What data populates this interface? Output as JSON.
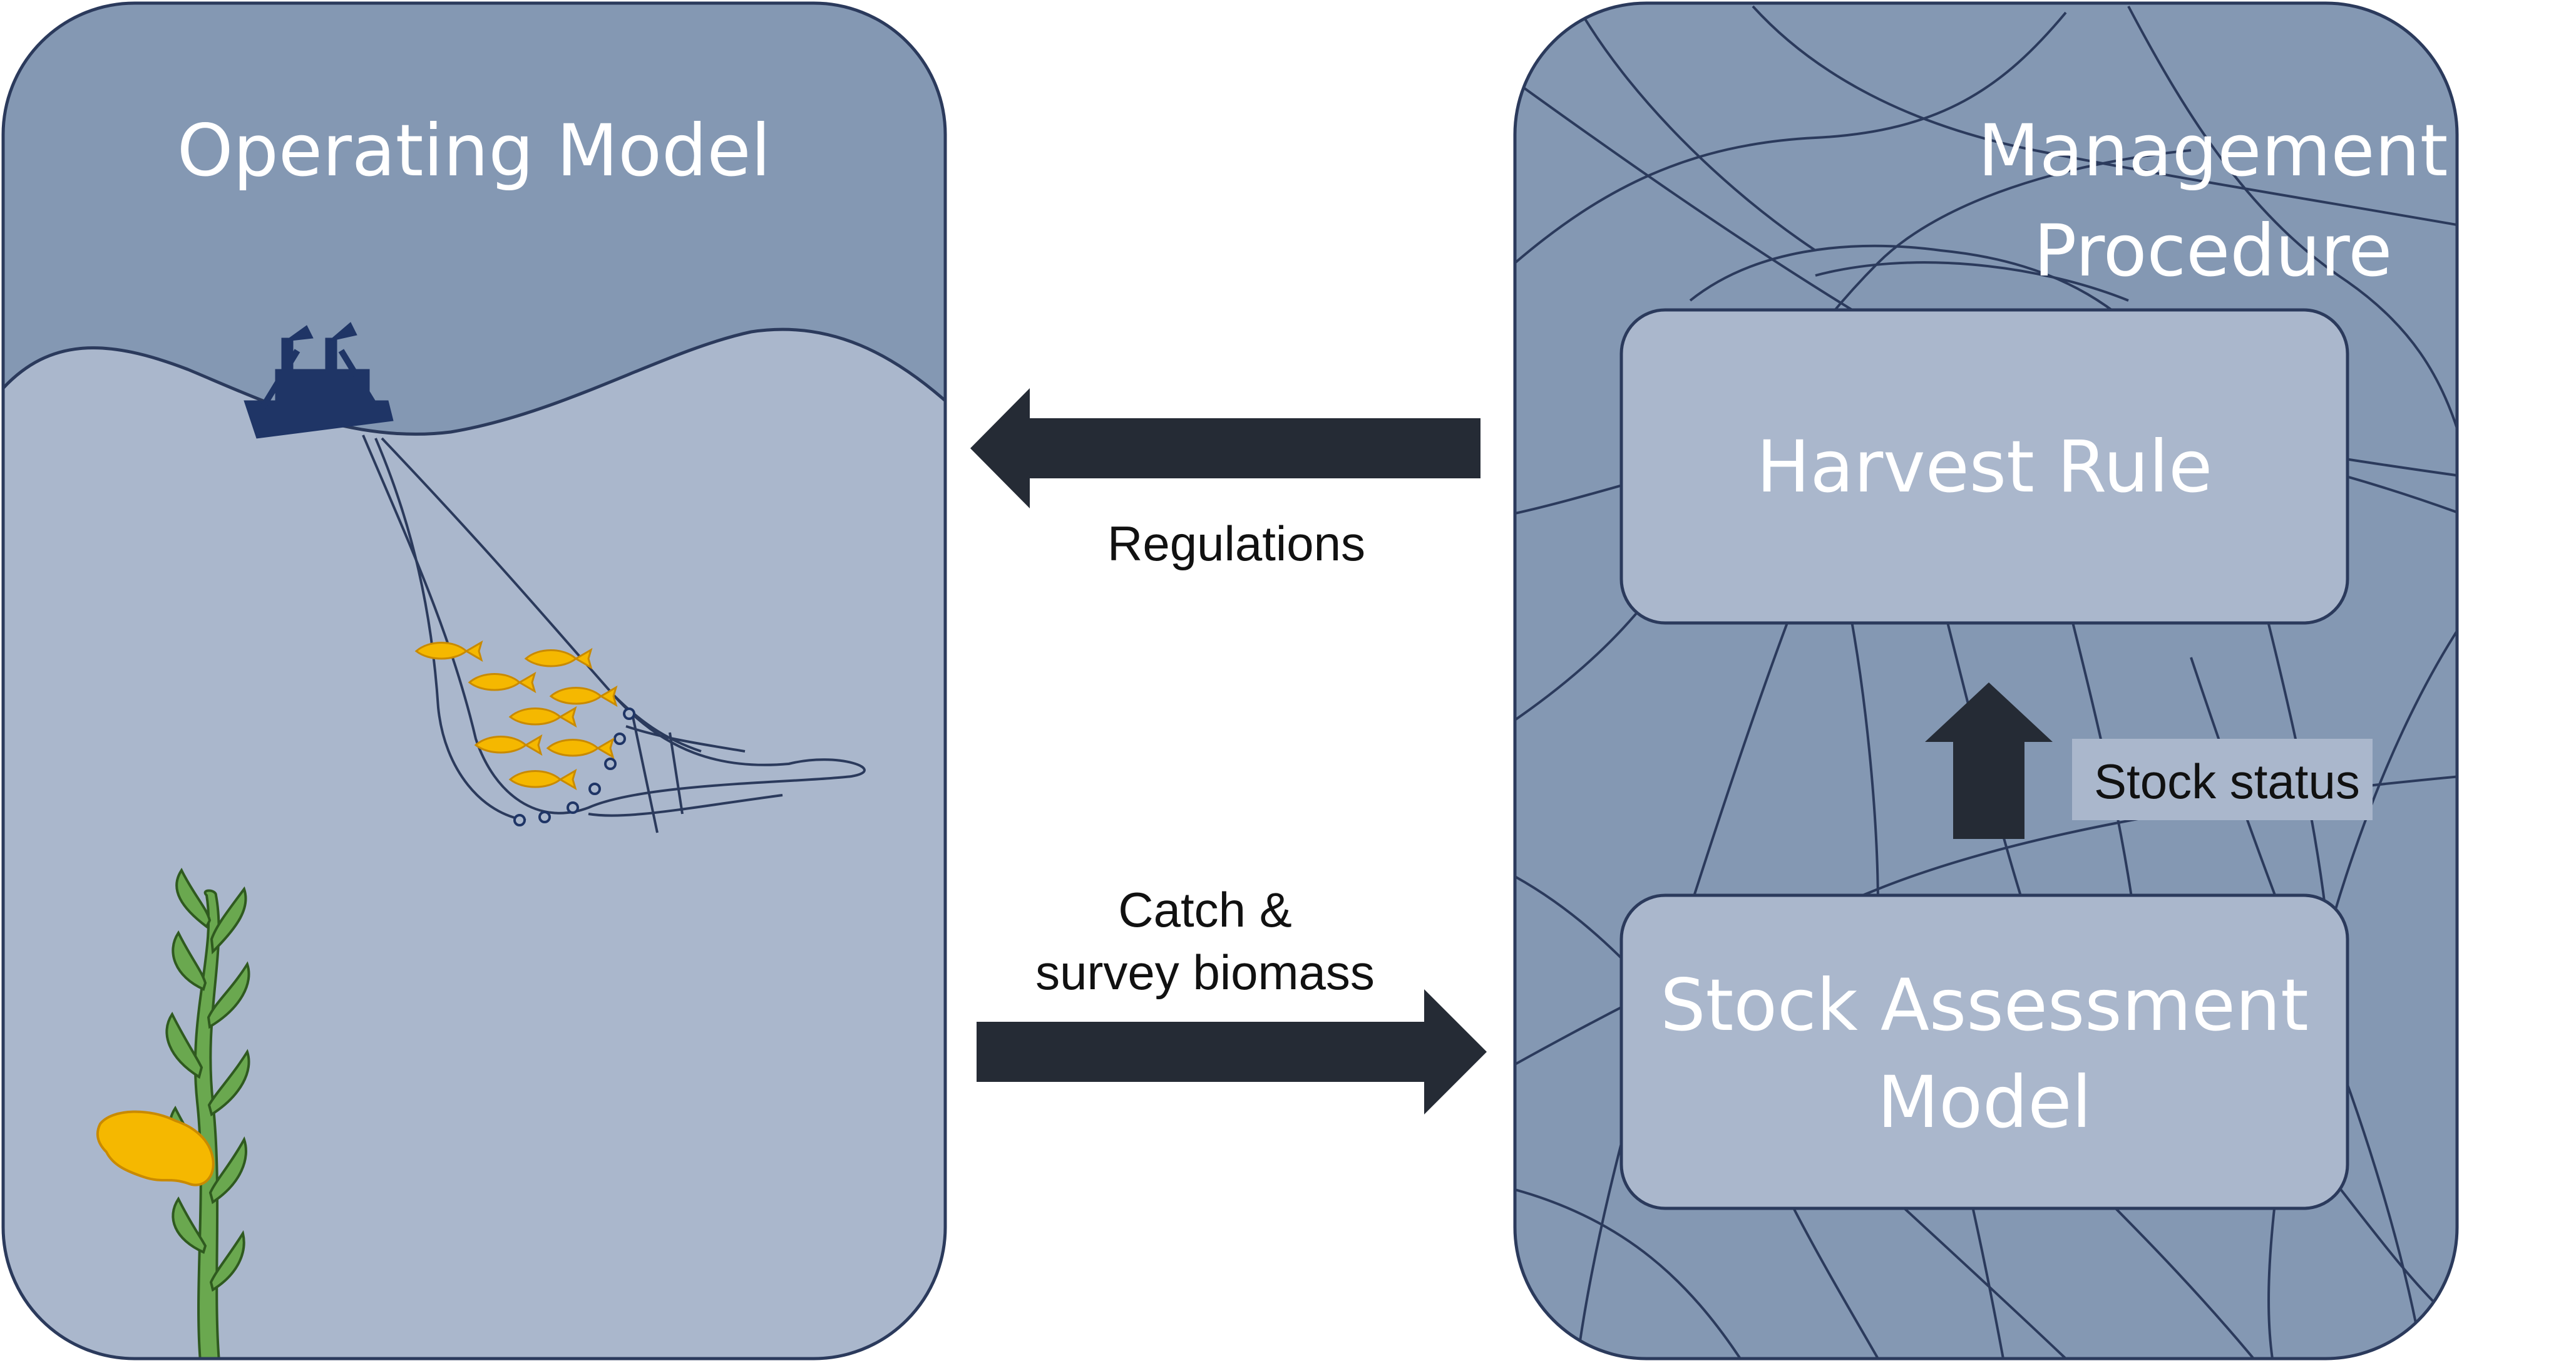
{
  "operating_model": {
    "title": "Operating Model"
  },
  "management_procedure": {
    "title_line1": "Management",
    "title_line2": "Procedure",
    "harvest_rule": "Harvest Rule",
    "stock_assessment_line1": "Stock Assessment",
    "stock_assessment_line2": "Model",
    "stock_status": "Stock status"
  },
  "flows": {
    "regulations": "Regulations",
    "catch_line1": "Catch &",
    "catch_line2": "survey biomass"
  },
  "colors": {
    "sky": "#8498b3",
    "water": "#aab7cc",
    "panel_dark": "#8498b3",
    "box_light": "#aab7cc",
    "outline": "#2b3a5c",
    "arrow": "#252b35",
    "fish": "#f5b800",
    "kelp": "#6aa84f",
    "boat": "#1f3566"
  }
}
